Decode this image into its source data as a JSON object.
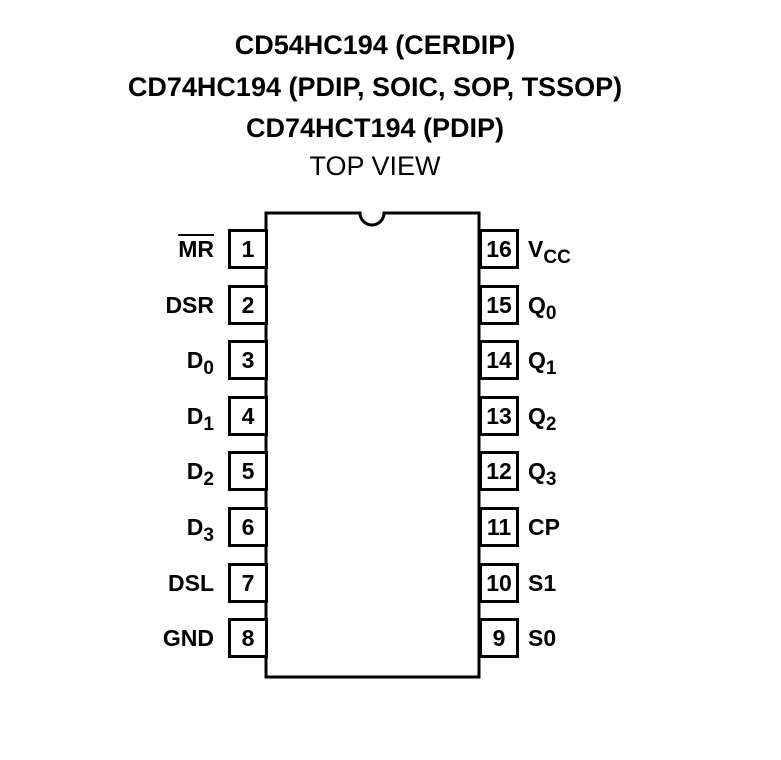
{
  "titles": [
    "CD54HC194 (CERDIP)",
    "CD74HC194 (PDIP, SOIC, SOP, TSSOP)",
    "CD74HCT194 (PDIP)"
  ],
  "view": "TOP VIEW",
  "left_pins": [
    {
      "num": "1",
      "name": "MR",
      "sub": "",
      "overline": true
    },
    {
      "num": "2",
      "name": "DSR",
      "sub": ""
    },
    {
      "num": "3",
      "name": "D",
      "sub": "0"
    },
    {
      "num": "4",
      "name": "D",
      "sub": "1"
    },
    {
      "num": "5",
      "name": "D",
      "sub": "2"
    },
    {
      "num": "6",
      "name": "D",
      "sub": "3"
    },
    {
      "num": "7",
      "name": "DSL",
      "sub": ""
    },
    {
      "num": "8",
      "name": "GND",
      "sub": ""
    }
  ],
  "right_pins": [
    {
      "num": "16",
      "name": "V",
      "sub": "CC"
    },
    {
      "num": "15",
      "name": "Q",
      "sub": "0"
    },
    {
      "num": "14",
      "name": "Q",
      "sub": "1"
    },
    {
      "num": "13",
      "name": "Q",
      "sub": "2"
    },
    {
      "num": "12",
      "name": "Q",
      "sub": "3"
    },
    {
      "num": "11",
      "name": "CP",
      "sub": ""
    },
    {
      "num": "10",
      "name": "S1",
      "sub": ""
    },
    {
      "num": "9",
      "name": "S0",
      "sub": ""
    }
  ]
}
